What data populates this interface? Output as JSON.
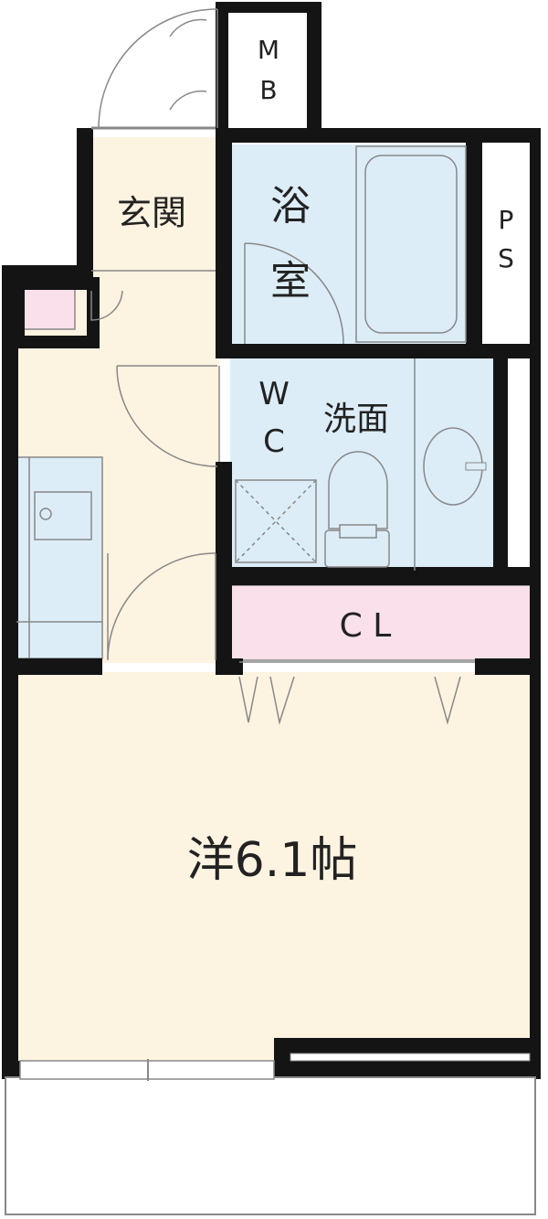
{
  "rooms": {
    "mb_line1": "M",
    "mb_line2": "B",
    "entrance": "玄関",
    "bath_line1": "浴",
    "bath_line2": "室",
    "ps_line1": "P",
    "ps_line2": "S",
    "wc_line1": "W",
    "wc_line2": "C",
    "washroom": "洗面",
    "closet": "C L",
    "western_room": "洋6.1帖"
  },
  "colors": {
    "wall": "#141414",
    "floor": "#fdf3e1",
    "wet_area": "#dcedf7",
    "storage": "#f9e0ea",
    "line": "#888888"
  }
}
